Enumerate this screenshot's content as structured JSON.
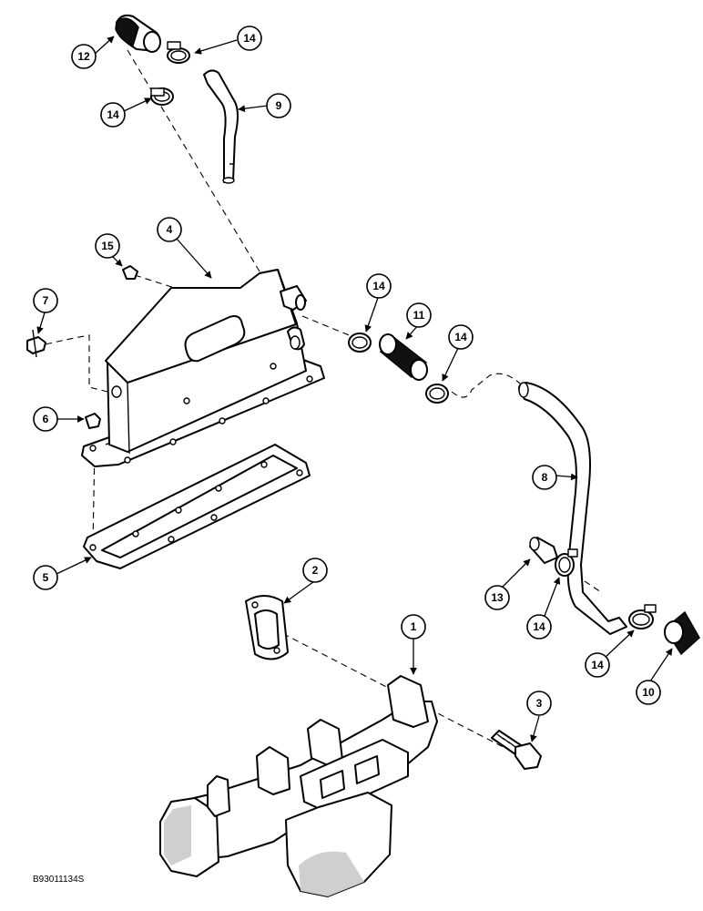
{
  "diagram": {
    "code": "B93011134S",
    "callouts": {
      "c1": "1",
      "c2": "2",
      "c3": "3",
      "c4": "4",
      "c5": "5",
      "c6": "6",
      "c7": "7",
      "c8": "8",
      "c9": "9",
      "c10": "10",
      "c11": "11",
      "c12": "12",
      "c13": "13",
      "c14a": "14",
      "c14b": "14",
      "c14c": "14",
      "c14d": "14",
      "c14e": "14",
      "c14f": "14",
      "c15": "15"
    }
  }
}
